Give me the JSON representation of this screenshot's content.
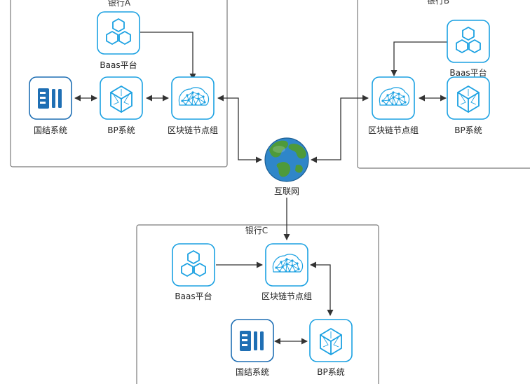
{
  "groups": {
    "bank_a": {
      "title": "银行A"
    },
    "bank_b": {
      "title": "银行B"
    },
    "bank_c": {
      "title": "银行C"
    }
  },
  "nodes": {
    "a_baas": {
      "label": "Baas平台",
      "icon": "hexagon-cluster-icon"
    },
    "a_bp": {
      "label": "BP系统",
      "icon": "cube-icon"
    },
    "a_settle": {
      "label": "国结系统",
      "icon": "server-rack-icon"
    },
    "a_chain": {
      "label": "区块链节点组",
      "icon": "network-mesh-icon"
    },
    "b_baas": {
      "label": "Baas平台",
      "icon": "hexagon-cluster-icon"
    },
    "b_chain": {
      "label": "区块链节点组",
      "icon": "network-mesh-icon"
    },
    "b_bp": {
      "label": "BP系统",
      "icon": "cube-icon"
    },
    "internet": {
      "label": "互联网",
      "icon": "globe-icon"
    },
    "c_baas": {
      "label": "Baas平台",
      "icon": "hexagon-cluster-icon"
    },
    "c_chain": {
      "label": "区块链节点组",
      "icon": "network-mesh-icon"
    },
    "c_settle": {
      "label": "国结系统",
      "icon": "server-rack-icon"
    },
    "c_bp": {
      "label": "BP系统",
      "icon": "cube-icon"
    }
  },
  "colors": {
    "accent": "#1ba1e2",
    "accent_dark": "#1f6fb4",
    "line": "#333333",
    "ocean": "#2f86c9",
    "land": "#4e9a3a"
  }
}
